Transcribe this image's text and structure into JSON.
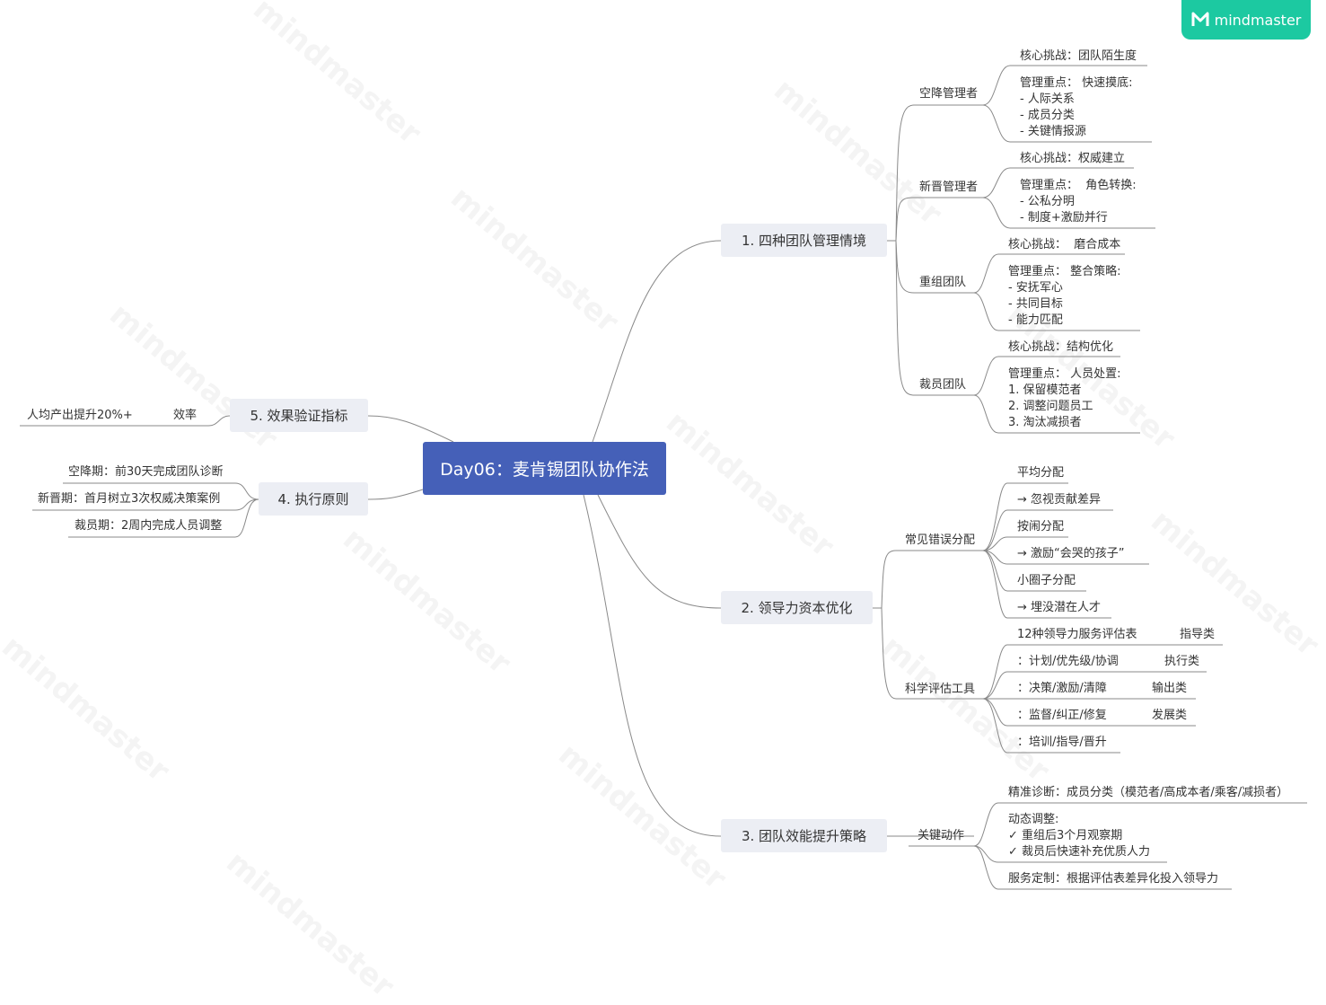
{
  "logo": {
    "brand": "mindmaster",
    "icon": "mindmaster-logo-icon"
  },
  "watermark": "mindmaster",
  "central_topic": "Day06：麦肯锡团队协作法",
  "branches": {
    "b1": {
      "label": "1. 四种团队管理情境",
      "sub": {
        "s1": {
          "label": "空降管理者",
          "challenge": "核心挑战：团队陌生度",
          "focus": "管理重点： 快速摸底:\n- 人际关系\n- 成员分类\n- 关键情报源"
        },
        "s2": {
          "label": "新晋管理者",
          "challenge": "核心挑战：权威建立",
          "focus": "管理重点：  角色转换:\n- 公私分明\n- 制度+激励并行"
        },
        "s3": {
          "label": "重组团队",
          "challenge": "核心挑战：  磨合成本",
          "focus": "管理重点： 整合策略:\n- 安抚军心\n- 共同目标\n- 能力匹配"
        },
        "s4": {
          "label": "裁员团队",
          "challenge": "核心挑战：结构优化",
          "focus": "管理重点： 人员处置:\n1. 保留模范者\n2. 调整问题员工\n3. 淘汰减损者"
        }
      }
    },
    "b2": {
      "label": "2. 领导力资本优化",
      "mistakes": {
        "label": "常见错误分配",
        "items": [
          "平均分配",
          "→ 忽视贡献差异",
          "按闹分配",
          "→ 激励“会哭的孩子”",
          "小圈子分配",
          "→ 埋没潜在人才"
        ]
      },
      "tools": {
        "label": "科学评估工具",
        "items": [
          "12种领导力服务评估表",
          "：计划/优先级/协调",
          "：决策/激励/清障",
          "：监督/纠正/修复",
          "：培训/指导/晋升"
        ],
        "tags": [
          "指导类",
          "执行类",
          "输出类",
          "发展类"
        ]
      }
    },
    "b3": {
      "label": "3. 团队效能提升策略",
      "key": {
        "label": "关键动作",
        "diagnosis": "精准诊断：成员分类（模范者/高成本者/乘客/减损者）",
        "dynamic": "动态调整:\n✓ 重组后3个月观察期\n✓ 裁员后快速补充优质人力",
        "service": "服务定制：根据评估表差异化投入领导力"
      }
    },
    "b4": {
      "label": "4. 执行原则",
      "items": [
        "空降期：前30天完成团队诊断",
        "新晋期：首月树立3次权威决策案例",
        "裁员期：2周内完成人员调整"
      ]
    },
    "b5": {
      "label": "5. 效果验证指标",
      "sub": "效率",
      "leaf": "人均产出提升20%+"
    }
  }
}
